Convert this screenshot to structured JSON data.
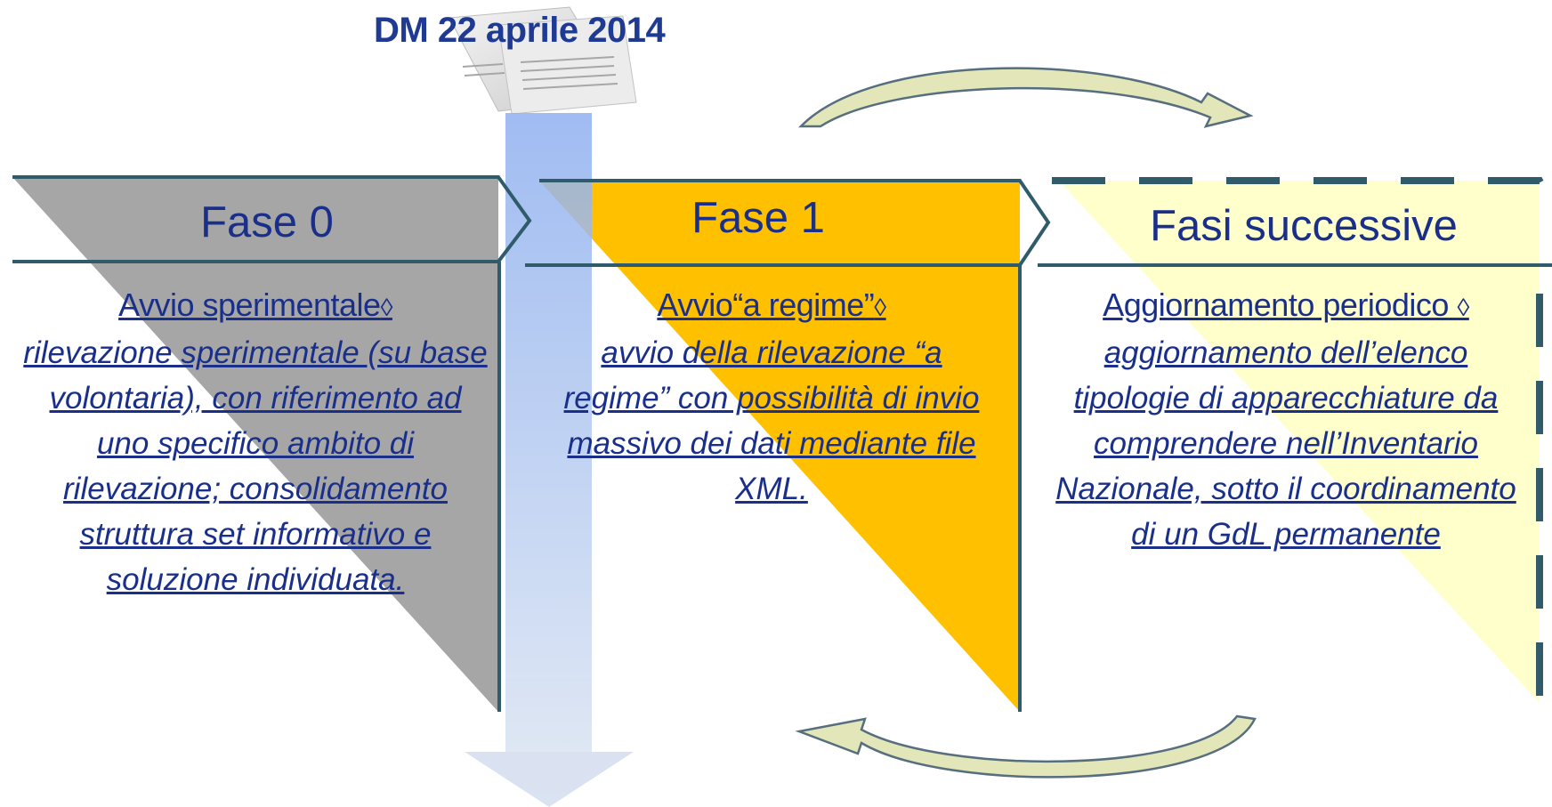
{
  "title": "DM 22 aprile 2014",
  "phases": [
    {
      "name": "Fase 0",
      "color": "#a6a6a6",
      "heading": "Avvio sperimentale",
      "text": "rilevazione sperimentale (su base volontaria), con riferimento ad uno specifico ambito di rilevazione; consolidamento struttura set informativo e soluzione individuata."
    },
    {
      "name": "Fase 1",
      "color": "#ffc000",
      "heading": "Avvio“a regime”",
      "text": "avvio della rilevazione “a regime” con possibilità di invio massivo dei dati mediante file XML."
    },
    {
      "name": "Fasi successive",
      "color": "#ffffcc",
      "heading": "Aggiornamento periodico",
      "text": "aggiornamento dell’elenco tipologie di apparecchiature da comprendere nell’Inventario Nazionale, sotto il coordinamento di un GdL permanente"
    }
  ],
  "arrow_marker": "◊",
  "colors": {
    "text": "#1a2f8a",
    "title": "#1f3a93",
    "border": "#2f5b6b",
    "timeline": "#8fb0ef",
    "curve_arrow_fill": "#e3e6b8",
    "curve_arrow_stroke": "#566e7e"
  }
}
